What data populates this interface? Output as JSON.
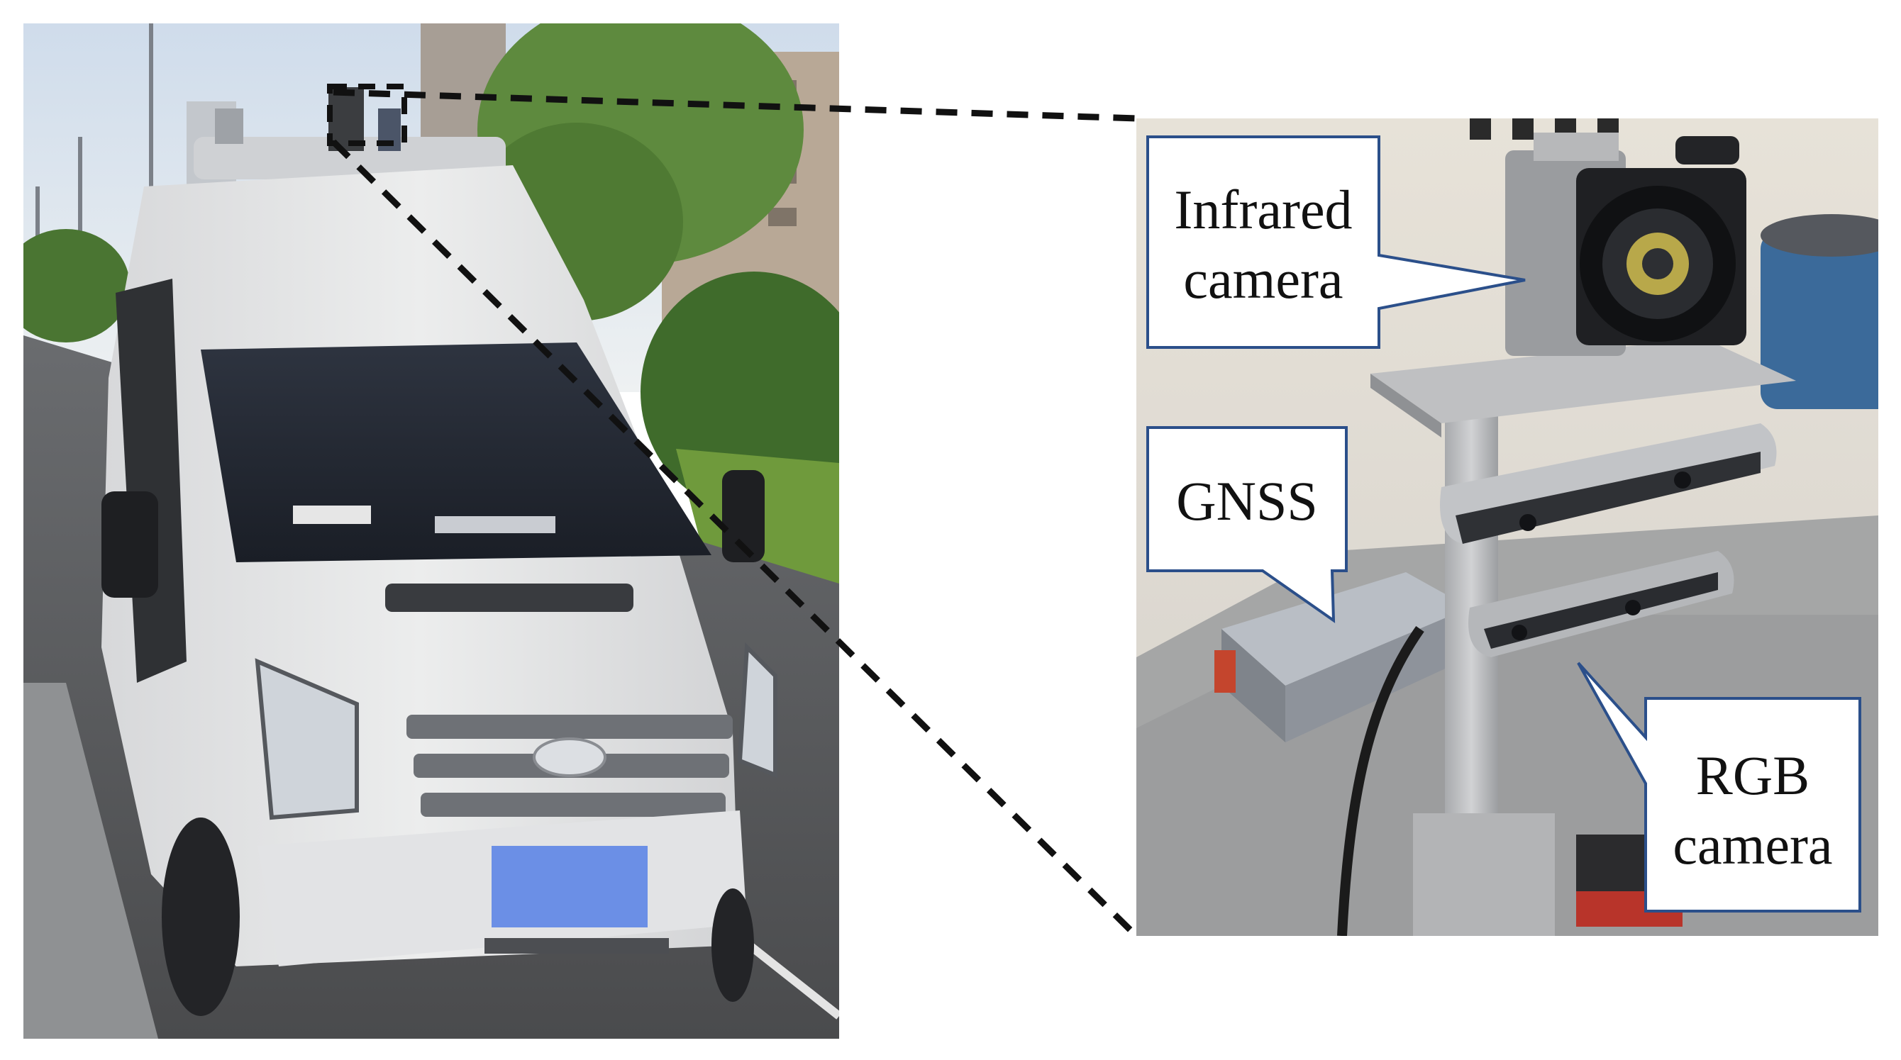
{
  "figure": {
    "left_panel": {
      "subject": "white-van-photo"
    },
    "right_panel": {
      "subject": "sensor-rig-photo"
    },
    "callouts": [
      {
        "id": "infrared",
        "lines": [
          "Infrared",
          "camera"
        ]
      },
      {
        "id": "gnss",
        "lines": [
          "GNSS"
        ]
      },
      {
        "id": "rgb",
        "lines": [
          "RGB",
          "camera"
        ]
      }
    ]
  },
  "colors": {
    "background": "#ffffff",
    "van_body": "#e9eaec",
    "sky": "#dfe8f0",
    "foliage": "#4f7a3a",
    "road": "#5d5f62",
    "plate": "#6b8fe6",
    "callout_border": "#2b4f8a",
    "dashed_line": "#111111",
    "rig_metal": "#b8b9bb",
    "camera_body": "#9a9c9f",
    "lens": "#1c1d20",
    "gnss_box": "#8e939b",
    "lidar": "#3b6a9a"
  }
}
